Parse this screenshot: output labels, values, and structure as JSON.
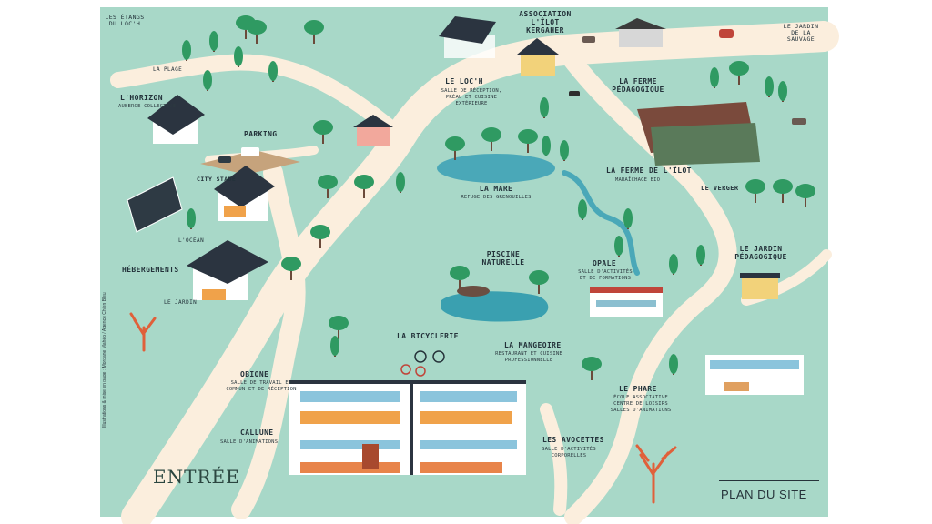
{
  "title": "PLAN DU SITE",
  "credit": "Illustrations & mise en page : Morgane Mahéo / Agence Chien Bleu",
  "entrance": "ENTRÉE",
  "places": {
    "etangs": "LES ÉTANGS DU LOC'H",
    "plage": "LA PLAGE",
    "jardin_sauvage": "LE JARDIN DE LA SAUVAGE",
    "association": "ASSOCIATION L'ÎLOT KERGAHER",
    "horizon": "L'HORIZON",
    "horizon_sub": "AUBERGE COLLECTIVE",
    "loch": "LE LOC'H",
    "loch_sub": "SALLE DE RÉCEPTION, PRÉAU ET CUISINE EXTÉRIEURE",
    "ferme_pedagogique": "LA FERME PÉDAGOGIQUE",
    "parking": "PARKING",
    "city_stade": "CITY STADE",
    "mare": "LA MARE",
    "mare_sub": "REFUGE DES GRENOUILLES",
    "ferme_ilot": "LA FERME DE L'ÎLOT",
    "ferme_ilot_sub": "MARAÎCHAGE BIO",
    "verger": "LE VERGER",
    "ocean": "L'OCÉAN",
    "hebergements": "HÉBERGEMENTS",
    "le_jardin": "LE JARDIN",
    "piscine": "PISCINE NATURELLE",
    "opale": "OPALE",
    "opale_sub": "SALLE D'ACTIVITÉS ET DE FORMATIONS",
    "jardin_pedagogique": "LE JARDIN PÉDAGOGIQUE",
    "bicyclerie": "LA BICYCLERIE",
    "mangeoire": "LA MANGEOIRE",
    "mangeoire_sub": "RESTAURANT ET CUISINE PROFESSIONNELLE",
    "obione": "OBIONE",
    "obione_sub": "SALLE DE TRAVAIL EN COMMUN ET DE RÉCEPTION",
    "phare": "LE PHARE",
    "phare_sub": "ÉCOLE ASSOCIATIVE CENTRE DE LOISIRS SALLES D'ANIMATIONS",
    "callune": "CALLUNE",
    "callune_sub": "SALLE D'ANIMATIONS",
    "avocettes": "LES AVOCETTES",
    "avocettes_sub": "SALLE D'ACTIVITÉS CORPORELLES"
  },
  "colors": {
    "background": "#a8d8c8",
    "path": "#fbeedd",
    "water": "#4aa8b8",
    "tree": "#2f9a62",
    "trunk": "#6b4a3a",
    "roof": "#2b3440",
    "coral": "#e0603a"
  }
}
